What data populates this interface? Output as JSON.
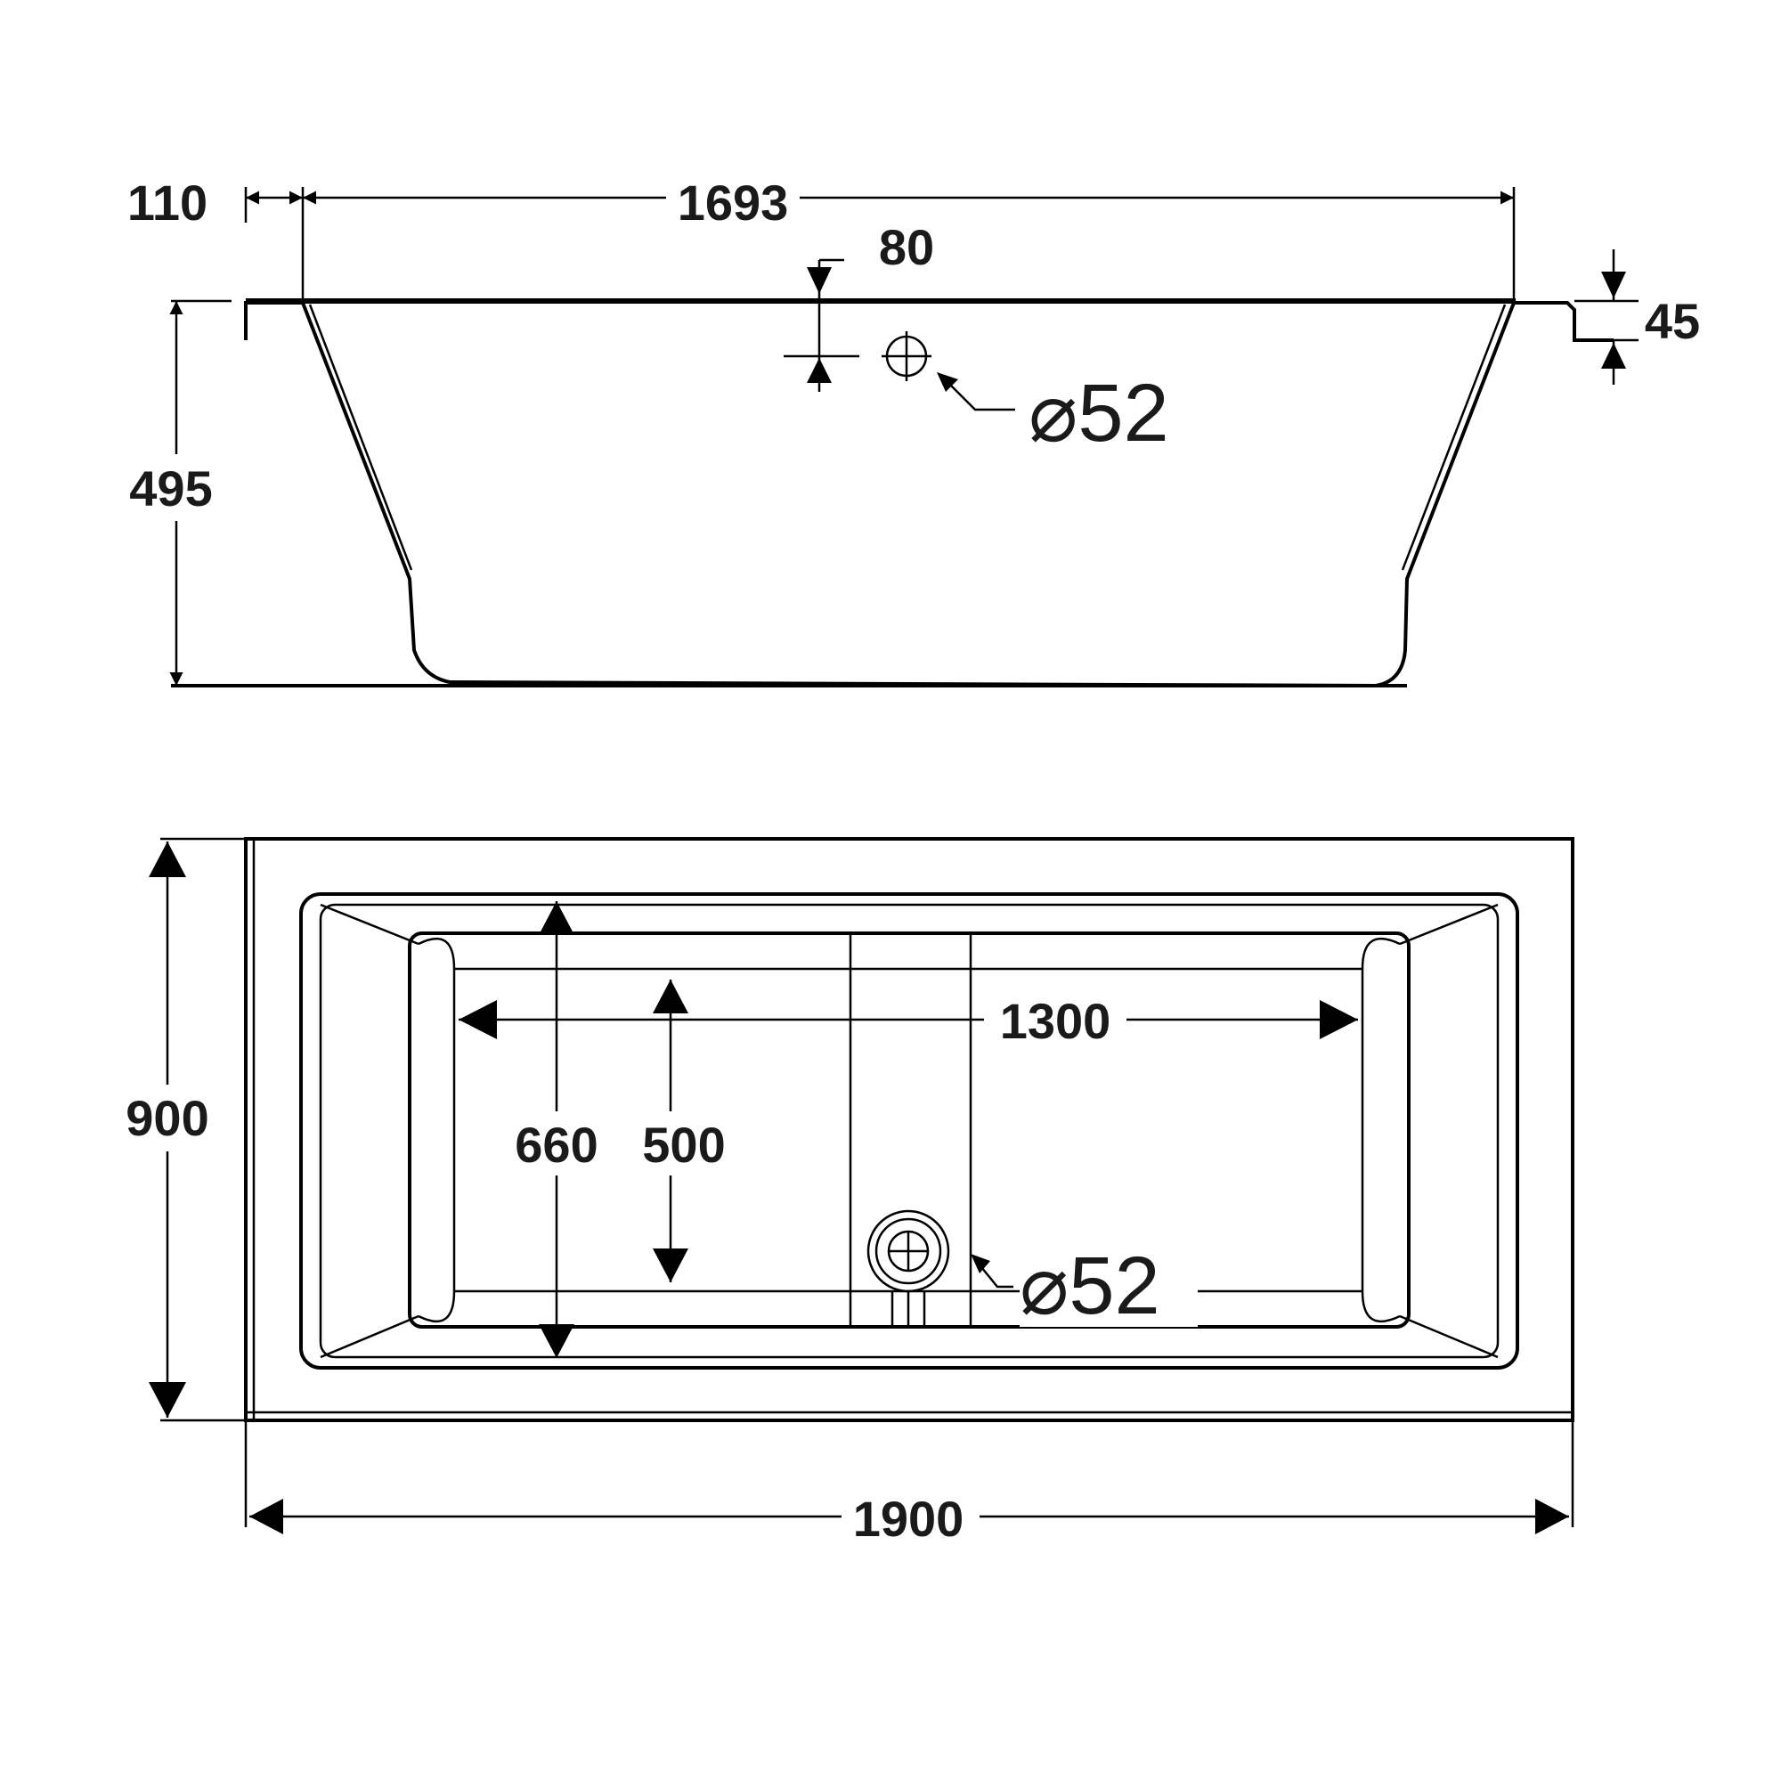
{
  "side_view": {
    "overall_top_length": "1693",
    "rim_offset": "110",
    "overflow_offset": "80",
    "rim_thickness": "45",
    "height": "495",
    "overflow_diameter": "52"
  },
  "plan_view": {
    "overall_length": "1900",
    "overall_width": "900",
    "bottom_length": "1300",
    "inner_width": "660",
    "bottom_width": "500",
    "drain_diameter": "52"
  },
  "diameter_symbol": "⌀"
}
